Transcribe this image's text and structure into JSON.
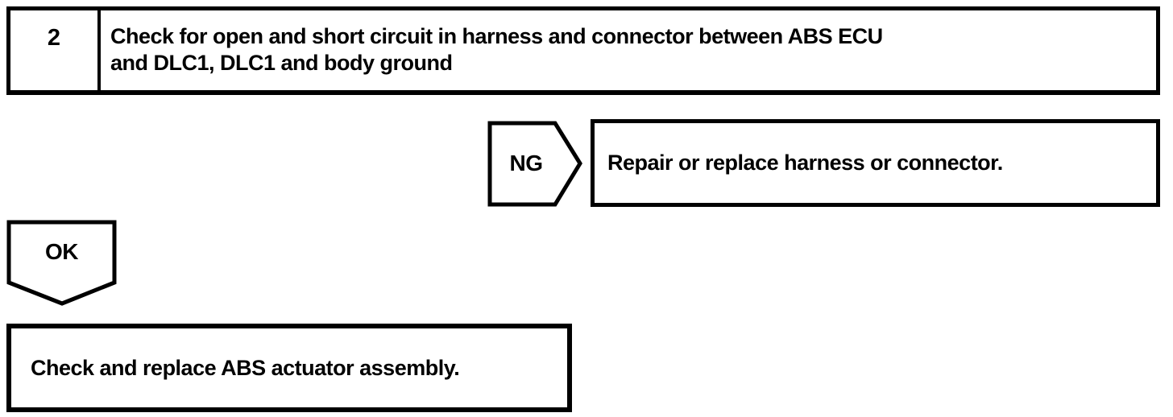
{
  "flowchart": {
    "step_box": {
      "number": "2",
      "instruction_line1": "Check for open and short circuit in harness and connector between ABS ECU",
      "instruction_line2": "and DLC1, DLC1 and body ground"
    },
    "ng_branch": {
      "label": "NG",
      "action": "Repair or replace harness or connector."
    },
    "ok_branch": {
      "label": "OK",
      "action": "Check and replace ABS actuator assembly."
    },
    "colors": {
      "line": "#000000",
      "background": "#ffffff"
    }
  }
}
